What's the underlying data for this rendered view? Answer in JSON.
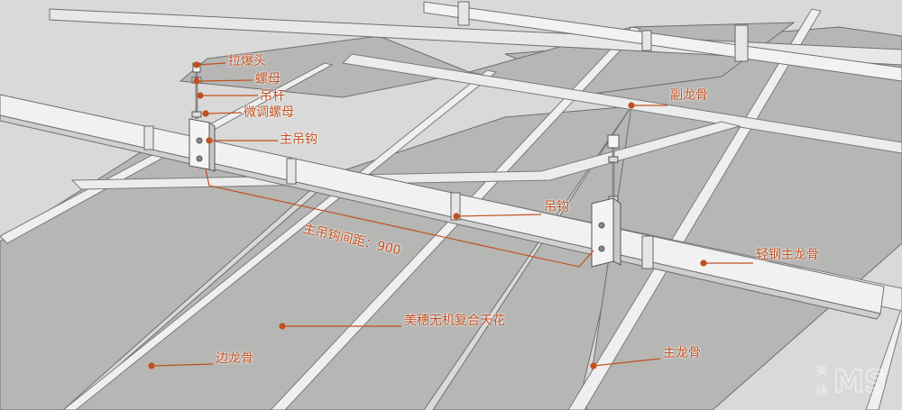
{
  "labels": {
    "expansion_bolt": "拉爆头",
    "nut": "螺母",
    "hanger_rod": "吊杆",
    "adjust_nut": "微调螺母",
    "main_hook": "主吊钩",
    "secondary_keel": "副龙骨",
    "hook": "吊钩",
    "hook_spacing": "主吊钩间距：900",
    "light_steel_main_keel": "轻钢主龙骨",
    "ceiling_panel": "美穗无机复合天花",
    "edge_keel": "边龙骨",
    "main_keel": "主龙骨"
  },
  "watermark": {
    "line1": "美",
    "line2": "穗",
    "brand": "MS"
  },
  "colors": {
    "annotation": "#c0501f",
    "panel": "#b5b5b3",
    "keel": "#ececec"
  }
}
